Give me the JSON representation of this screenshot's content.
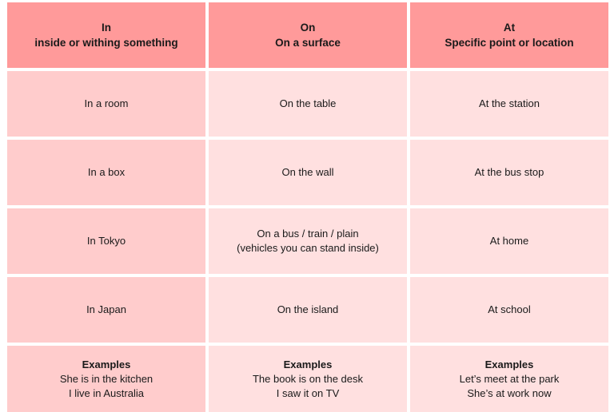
{
  "headers": [
    {
      "title": "In",
      "subtitle": "inside or withing something"
    },
    {
      "title": "On",
      "subtitle": "On a surface"
    },
    {
      "title": "At",
      "subtitle": "Specific point or location"
    }
  ],
  "rows": [
    [
      "In a room",
      "On the table",
      "At the station"
    ],
    [
      "In a box",
      "On the wall",
      "At the bus stop"
    ],
    [
      "In Tokyo",
      "On a bus / train / plain",
      "At home"
    ],
    [
      "In Japan",
      "On the island",
      "At school"
    ]
  ],
  "row3_note": "(vehicles you can stand inside)",
  "examples": [
    {
      "label": "Examples",
      "line1": "She is in the kitchen",
      "line2": "I live in Australia"
    },
    {
      "label": "Examples",
      "line1": "The book is on the desk",
      "line2": "I saw it on TV"
    },
    {
      "label": "Examples",
      "line1": "Let’s meet at the park",
      "line2": "She’s at work now"
    }
  ],
  "colors": {
    "header": "#ff9a9a",
    "in_column": "#ffcccc",
    "on_at_columns": "#ffe0e0"
  }
}
